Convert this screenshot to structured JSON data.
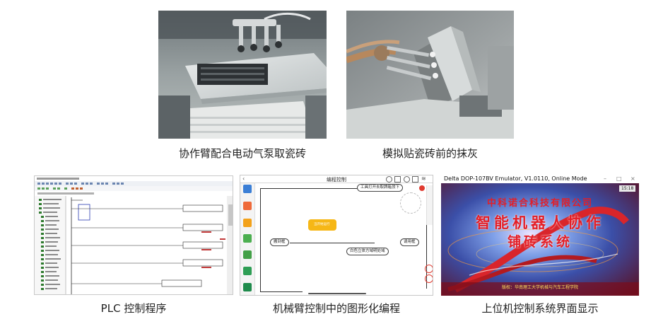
{
  "colors": {
    "accent": "#1f6fd0",
    "warn": "#e03a2f",
    "hmi_red": "#c21d24",
    "hmi_yellow": "#ffe15a"
  },
  "photos": [
    {
      "caption": "协作臂配合电动气泵取瓷砖"
    },
    {
      "caption": "模拟贴瓷砖前的抹灰"
    }
  ],
  "screens": {
    "plc": {
      "caption": "PLC 控制程序"
    },
    "blocks": {
      "caption": "机械臂控制中的图形化编程",
      "window_title": "编程控制",
      "nodes": [
        {
          "label": "工具打开去取牌箱顶下"
        },
        {
          "label": "搬到框"
        },
        {
          "label": "白色立体方域明处域"
        },
        {
          "label": "请用框"
        }
      ],
      "start_block": "当开始运行"
    },
    "hmi": {
      "caption": "上位机控制系统界面显示",
      "window_title": "Delta DOP-107BV Emulator, V1.0110, Online Mode",
      "clock": "15:18",
      "company": "中科诺合科技有限公司",
      "system_line1": "智能机器人协作",
      "system_line2": "铺砖系统",
      "copyright": "版权：华南理工大学机械与汽车工程学院"
    }
  }
}
